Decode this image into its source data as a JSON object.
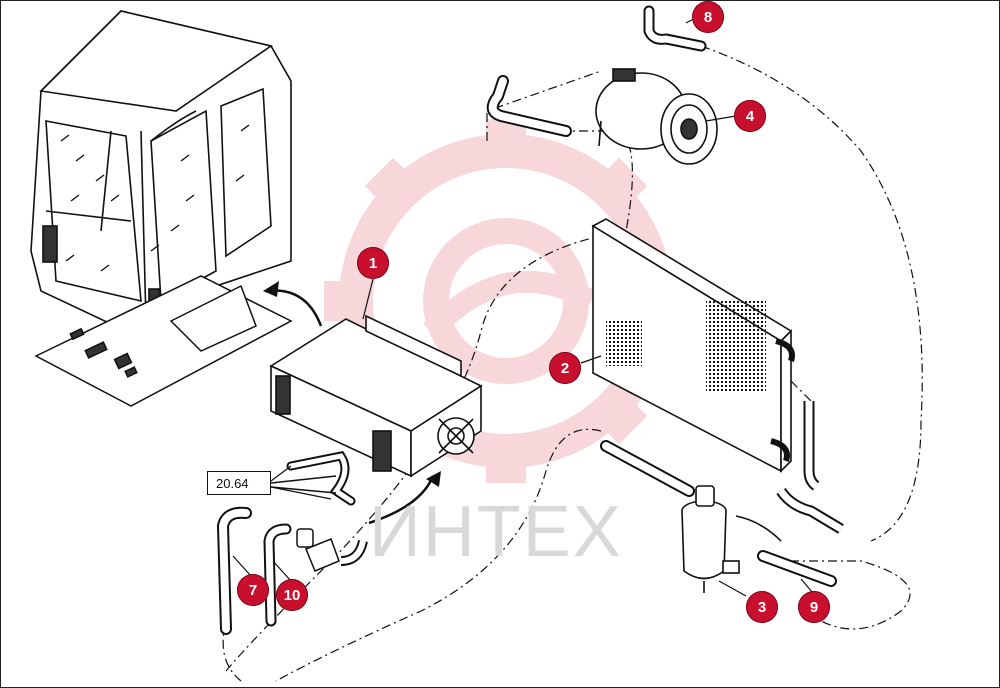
{
  "watermark": {
    "text": "ИНТЕХ",
    "logo_color": "#f2b8bd",
    "text_color": "#d8d8d8"
  },
  "callouts": [
    {
      "id": "c1",
      "label": "1"
    },
    {
      "id": "c2",
      "label": "2"
    },
    {
      "id": "c3",
      "label": "3"
    },
    {
      "id": "c4",
      "label": "4"
    },
    {
      "id": "c7",
      "label": "7"
    },
    {
      "id": "c8",
      "label": "8"
    },
    {
      "id": "c9",
      "label": "9"
    },
    {
      "id": "c10",
      "label": "10"
    }
  ],
  "reference": {
    "text": "20.64"
  },
  "colors": {
    "callout": "#c8102e",
    "line": "#111111"
  }
}
